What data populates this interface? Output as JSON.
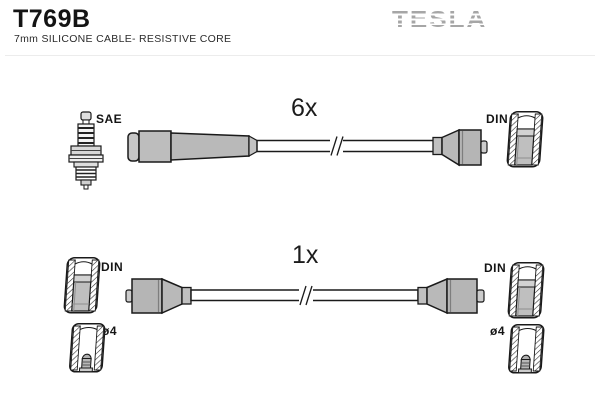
{
  "header": {
    "part_number": "T769B",
    "subtitle": "7mm SILICONE CABLE- RESISTIVE CORE",
    "brand_logo": "TESLA"
  },
  "kit": {
    "row1": {
      "quantity": "6x",
      "plug_end_standard": "SAE",
      "dist_end_standard": "DIN"
    },
    "row2": {
      "quantity": "1x",
      "left_terminal_standard": "DIN",
      "left_terminal_diameter": "ø4",
      "right_terminal_standard": "DIN",
      "right_terminal_diameter": "ø4"
    }
  },
  "icons": {
    "spark_plug_icon": "spark plug side profile",
    "din_terminal_icon": "DIN terminal cup cross-section",
    "o4_terminal_icon": "ø4 pin terminal cup cross-section",
    "cable_break_icon": "cable length break marks"
  },
  "colors": {
    "boot_gray": "#b9b9b9",
    "logo_gray": "#a6a6a6",
    "line_black": "#1a1a1a",
    "background": "#ffffff"
  }
}
